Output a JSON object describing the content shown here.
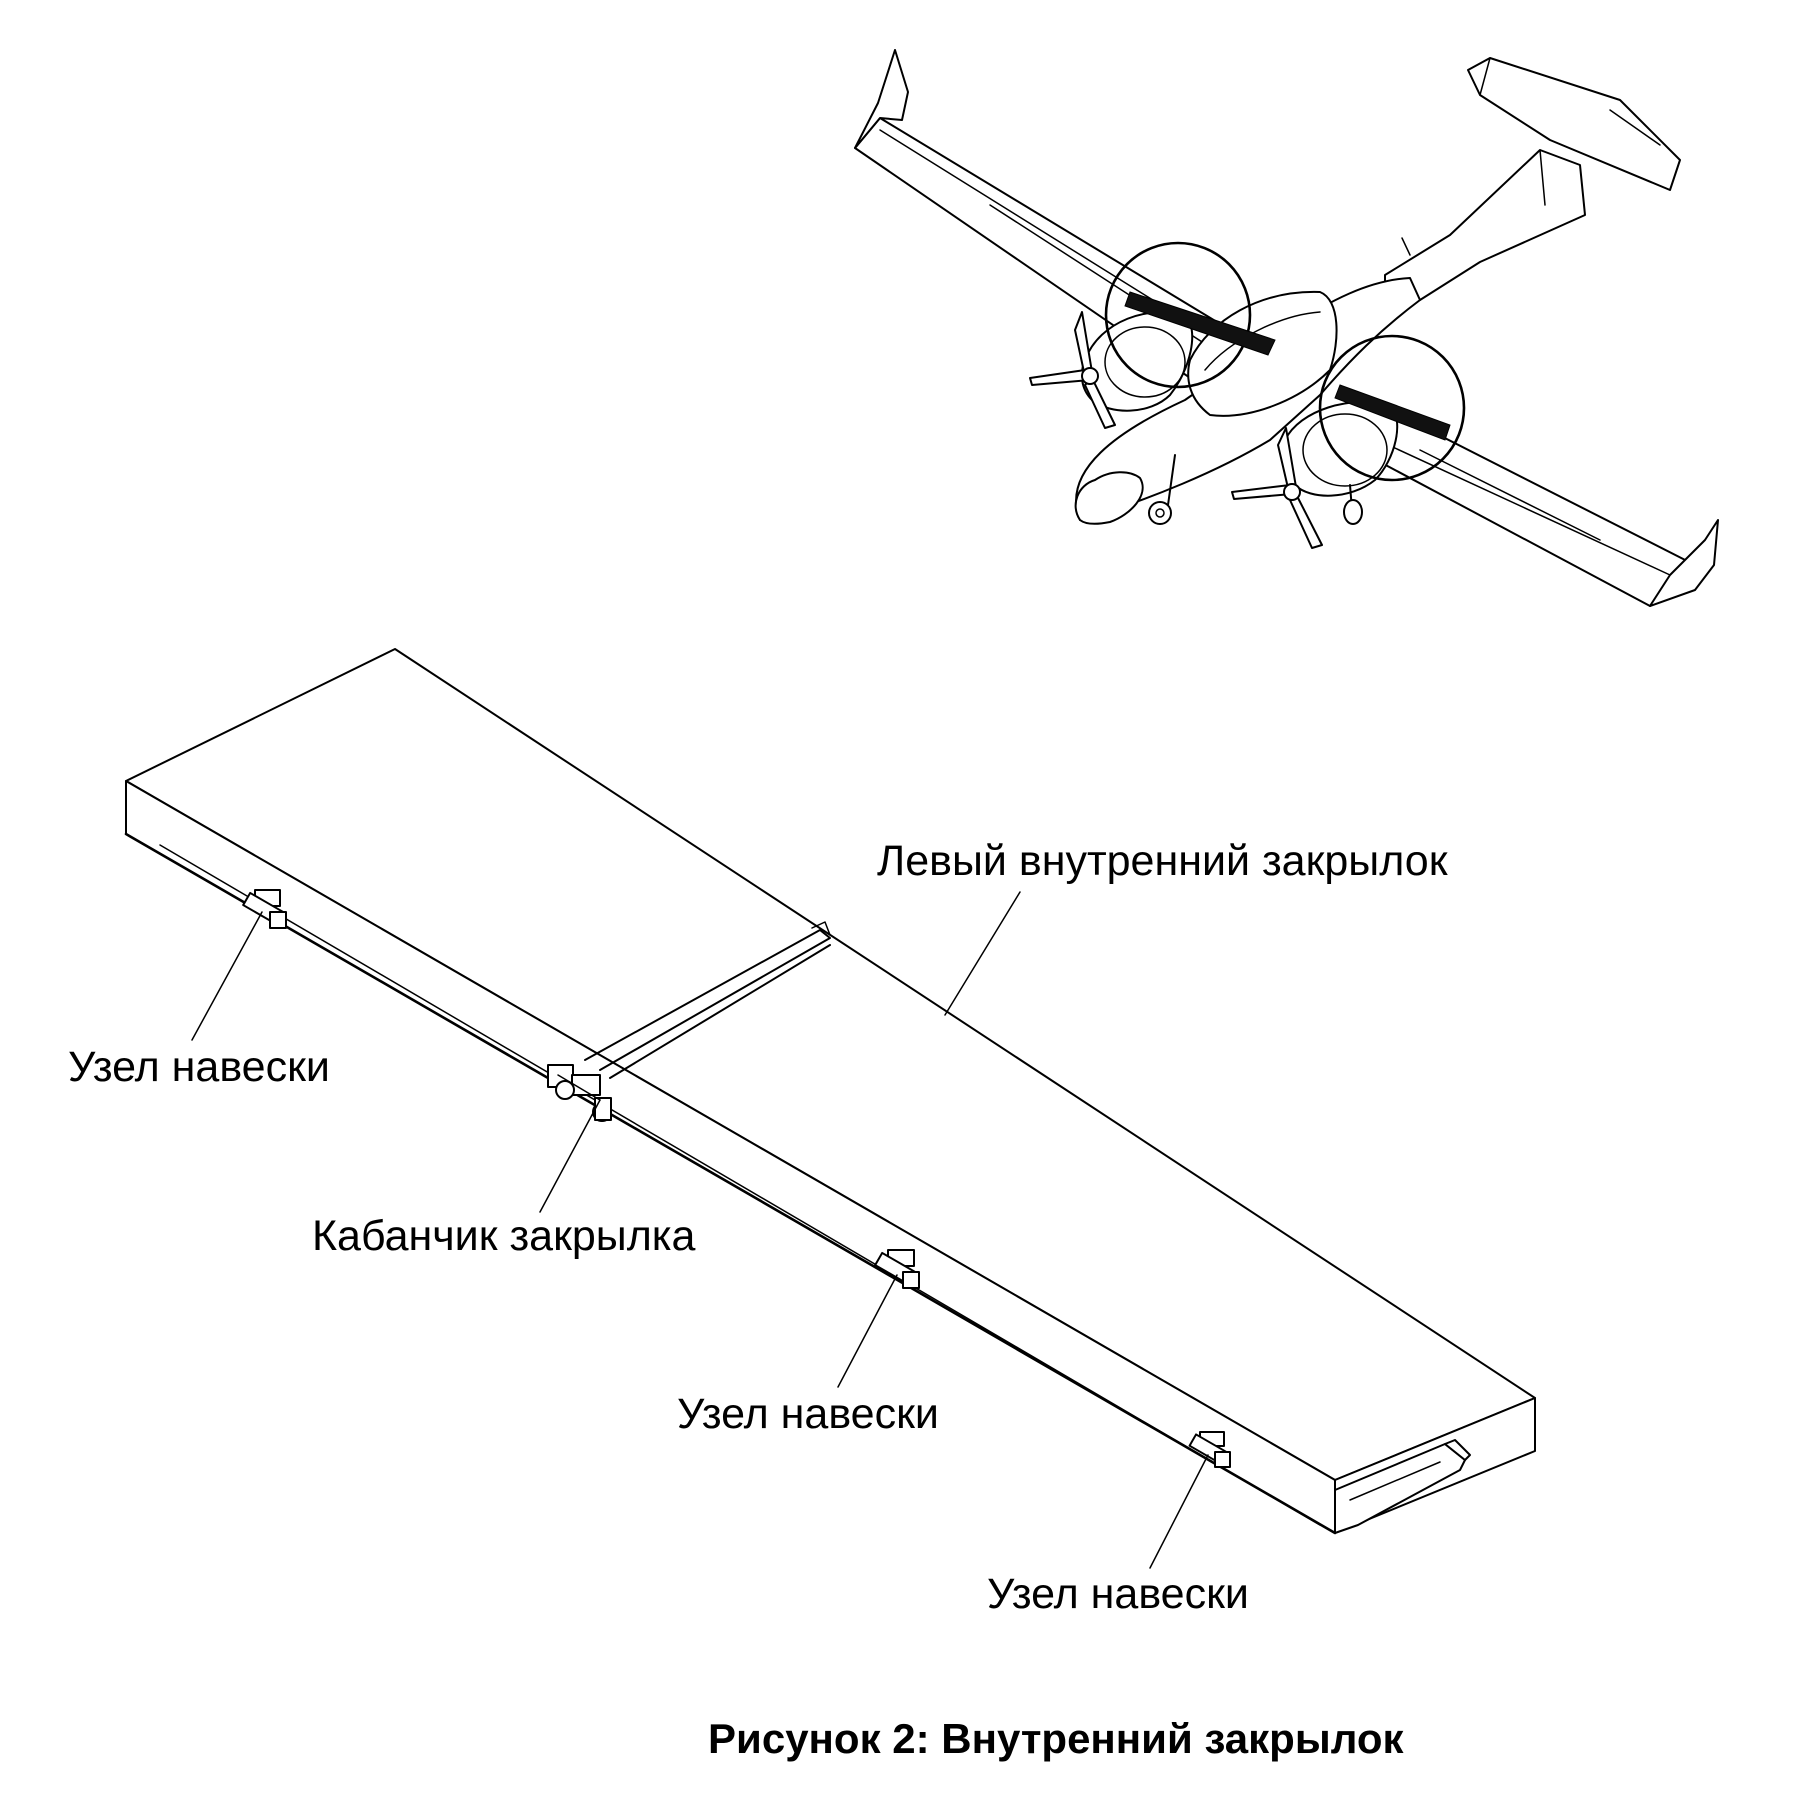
{
  "callouts": {
    "flap_name": "Левый внутренний закрылок",
    "hinge_1": "Узел навески",
    "flap_horn": "Кабанчик закрылка",
    "hinge_2": "Узел навески",
    "hinge_3": "Узел навески"
  },
  "caption": "Рисунок 2: Внутренний закрылок"
}
